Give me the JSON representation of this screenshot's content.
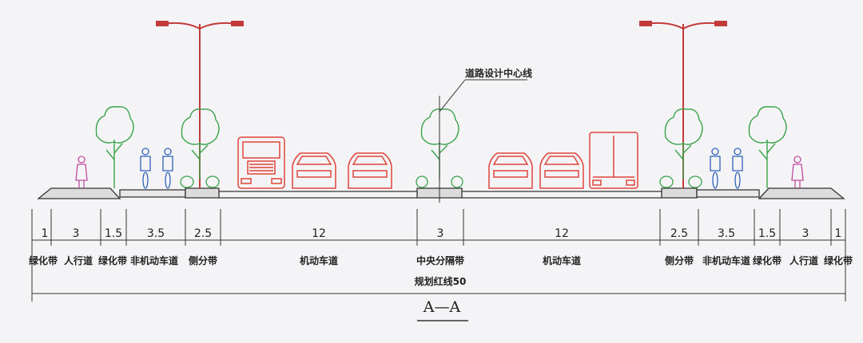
{
  "diagram": {
    "section_title": "A—A",
    "centerline_label": "道路设计中心线",
    "red_line_label": "规划红线50",
    "segments": [
      {
        "width": "1",
        "label": "绿化带"
      },
      {
        "width": "3",
        "label": "人行道"
      },
      {
        "width": "1.5",
        "label": "绿化带"
      },
      {
        "width": "3.5",
        "label": "非机动车道"
      },
      {
        "width": "2.5",
        "label": "侧分带"
      },
      {
        "width": "12",
        "label": "机动车道"
      },
      {
        "width": "3",
        "label": "中央分隔带"
      },
      {
        "width": "12",
        "label": "机动车道"
      },
      {
        "width": "2.5",
        "label": "侧分带"
      },
      {
        "width": "3.5",
        "label": "非机动车道"
      },
      {
        "width": "1.5",
        "label": "绿化带"
      },
      {
        "width": "3",
        "label": "人行道"
      },
      {
        "width": "1",
        "label": "绿化带"
      }
    ],
    "colors": {
      "line": "#333333",
      "vehicle": "#e0453a",
      "pole": "#c23a3a",
      "tree": "#3aa34a",
      "person": "#c04b9c",
      "cyclist": "#2f62b8",
      "background": "#f4f4f6"
    }
  }
}
